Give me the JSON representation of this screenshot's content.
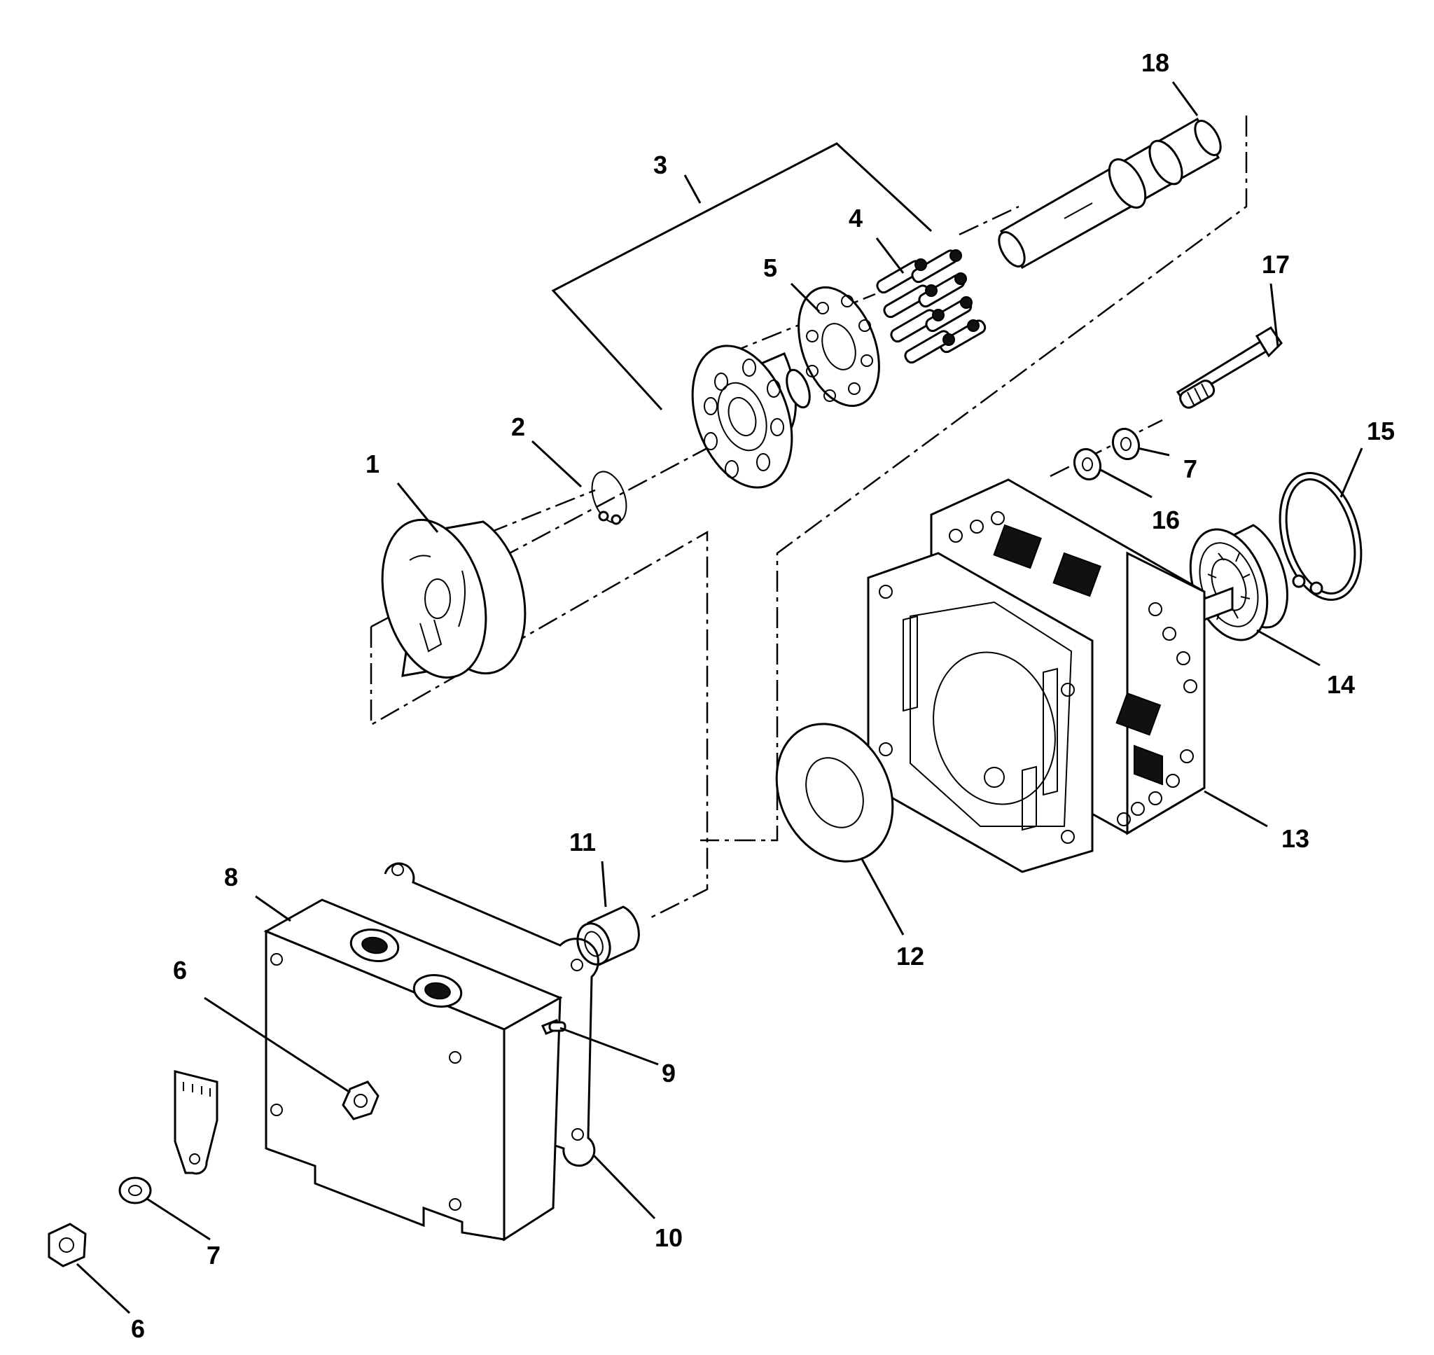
{
  "callouts": {
    "c1": "1",
    "c2": "2",
    "c3": "3",
    "c4": "4",
    "c5": "5",
    "c6a": "6",
    "c6b": "6",
    "c7a": "7",
    "c7b": "7",
    "c8": "8",
    "c9": "9",
    "c10": "10",
    "c11": "11",
    "c12": "12",
    "c13": "13",
    "c14": "14",
    "c15": "15",
    "c16": "16",
    "c17": "17",
    "c18": "18"
  }
}
